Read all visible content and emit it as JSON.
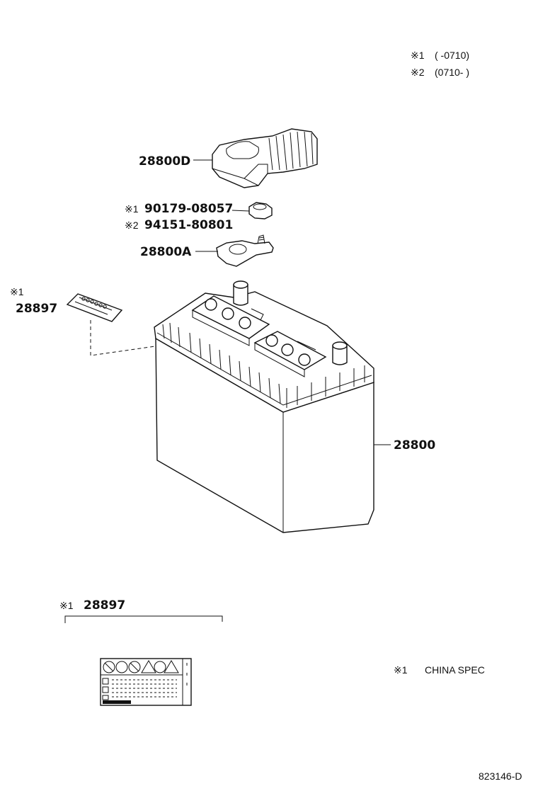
{
  "legend": {
    "note1_mark": "※1",
    "note1_range": "(      -0710)",
    "note2_mark": "※2",
    "note2_range": "(0710-       )"
  },
  "parts": {
    "cover": "28800D",
    "nut1_mark": "※1",
    "nut1": "90179-08057",
    "nut2_mark": "※2",
    "nut2": "94151-80801",
    "terminal": "28800A",
    "label_mark": "※1",
    "label": "28897",
    "battery": "28800"
  },
  "detail": {
    "mark": "※1",
    "part": "28897"
  },
  "spec_note": {
    "mark": "※1",
    "text": "CHINA SPEC"
  },
  "drawing_id": "823146-D"
}
